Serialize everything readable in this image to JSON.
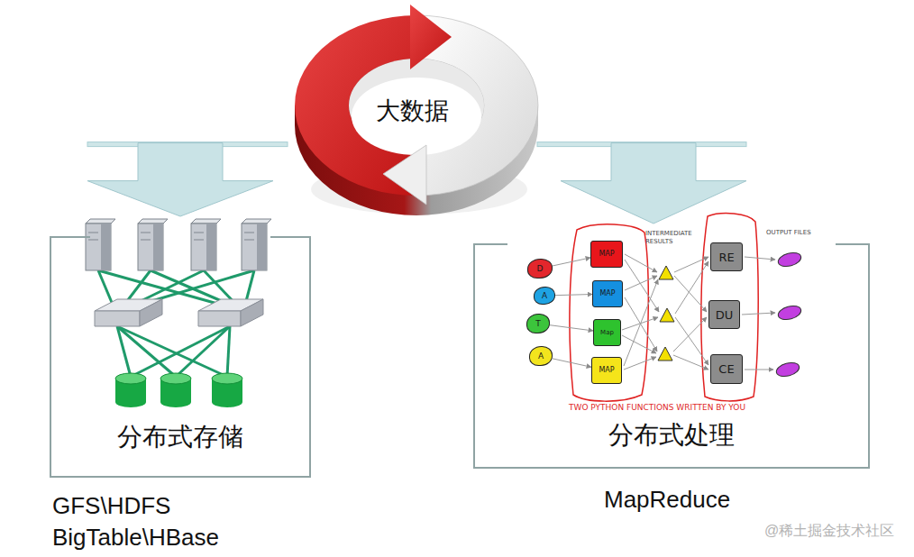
{
  "diagram": {
    "nodes": [
      {
        "text": [
          "大数据"
        ]
      },
      {
        "text": [
          "分布式存储"
        ]
      },
      {
        "text": [
          "分布式处理"
        ]
      },
      {
        "text": [
          "D"
        ],
        "in": 2
      },
      {
        "text": [
          "A"
        ],
        "in": 2
      },
      {
        "text": [
          "T"
        ],
        "in": 2
      },
      {
        "text": [
          "A"
        ],
        "in": 2
      },
      {
        "text": [
          "MAP"
        ],
        "in": 2
      },
      {
        "text": [
          "MAP"
        ],
        "in": 2
      },
      {
        "text": [
          "Map"
        ],
        "in": 2
      },
      {
        "text": [
          "MAP"
        ],
        "in": 2
      },
      {
        "text": [
          "RE"
        ],
        "in": 2
      },
      {
        "text": [
          "DU"
        ],
        "in": 2
      },
      {
        "text": [
          "CE"
        ],
        "in": 2
      }
    ],
    "edges": [
      {
        "from": 0,
        "to": 1,
        "arrow": "to"
      },
      {
        "from": 0,
        "to": 2,
        "arrow": "to"
      },
      {
        "from": 3,
        "to": 7,
        "arrow": "to"
      },
      {
        "from": 4,
        "to": 8,
        "arrow": "to"
      },
      {
        "from": 5,
        "to": 9,
        "arrow": "to"
      },
      {
        "from": 6,
        "to": 10,
        "arrow": "to"
      }
    ],
    "labels": [
      "INTERMEDIATE RESULTS",
      "OUTPUT FILES",
      "TWO PYTHON FUNCTIONS WRITTEN BY YOU",
      "GFS\\HDFS",
      "BigTable\\HBase",
      "MapReduce",
      "@稀土掘金技术社区"
    ]
  }
}
